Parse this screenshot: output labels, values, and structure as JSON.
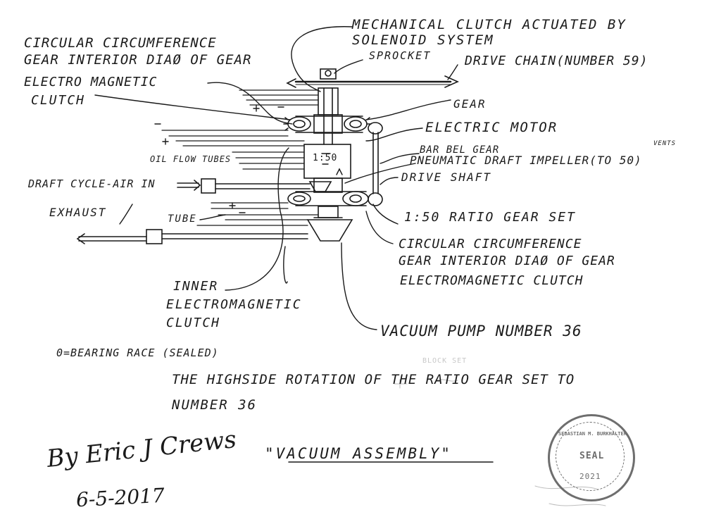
{
  "labels": {
    "mech_clutch_1": "MECHANICAL CLUTCH ACTUATED BY",
    "mech_clutch_2": "SOLENOID SYSTEM",
    "sprocket": "SPROCKET",
    "drive_chain": "DRIVE CHAIN(NUMBER 59)",
    "circ_gear_top_1": "CIRCULAR CIRCUMFERENCE",
    "circ_gear_top_2": "GEAR INTERIOR DIAØ OF GEAR",
    "em_clutch_top_1": "ELECTRO MAGNETIC",
    "em_clutch_top_2": "CLUTCH",
    "gear": "GEAR",
    "electric_motor": "ELECTRIC MOTOR",
    "barbel_gear": "BAR BEL GEAR",
    "vents": "VENTS",
    "impeller": "PNEUMATIC DRAFT IMPELLER(TO 50)",
    "drive_shaft": "DRIVE SHAFT",
    "oil_flow_tubes": "OIL FLOW TUBES",
    "ratio_box": "1:50",
    "draft_cycle": "DRAFT CYCLE-AIR IN",
    "exhaust": "EXHAUST",
    "tube": "TUBE",
    "ratio_gear_set": "1:50 RATIO GEAR SET",
    "circ_gear_bottom_1": "CIRCULAR CIRCUMFERENCE",
    "circ_gear_bottom_2": "GEAR INTERIOR DIAØ OF GEAR",
    "circ_gear_bottom_3": "ELECTROMAGNETIC CLUTCH",
    "inner_em_1": "INNER",
    "inner_em_2": "ELECTROMAGNETIC",
    "inner_em_3": "CLUTCH",
    "vacuum_pump": "VACUUM PUMP NUMBER 36",
    "bearing_race": "0=BEARING RACE (SEALED)",
    "highside_1": "THE HIGHSIDE ROTATION OF THE RATIO GEAR SET TO",
    "highside_2": "NUMBER 36",
    "title": "\"VACUUM ASSEMBLY\"",
    "signature": "By Eric J Crews",
    "date": "6-5-2017",
    "faint_stamp_text": "BLOCK SET"
  },
  "stamp": {
    "text_top": "SEBASTIAN M. BURKHALTER",
    "text_mid": "SEAL",
    "text_bottom": "2021"
  },
  "colors": {
    "ink": "#1a1a1a",
    "paper": "#ffffff",
    "stamp": "#555555"
  }
}
